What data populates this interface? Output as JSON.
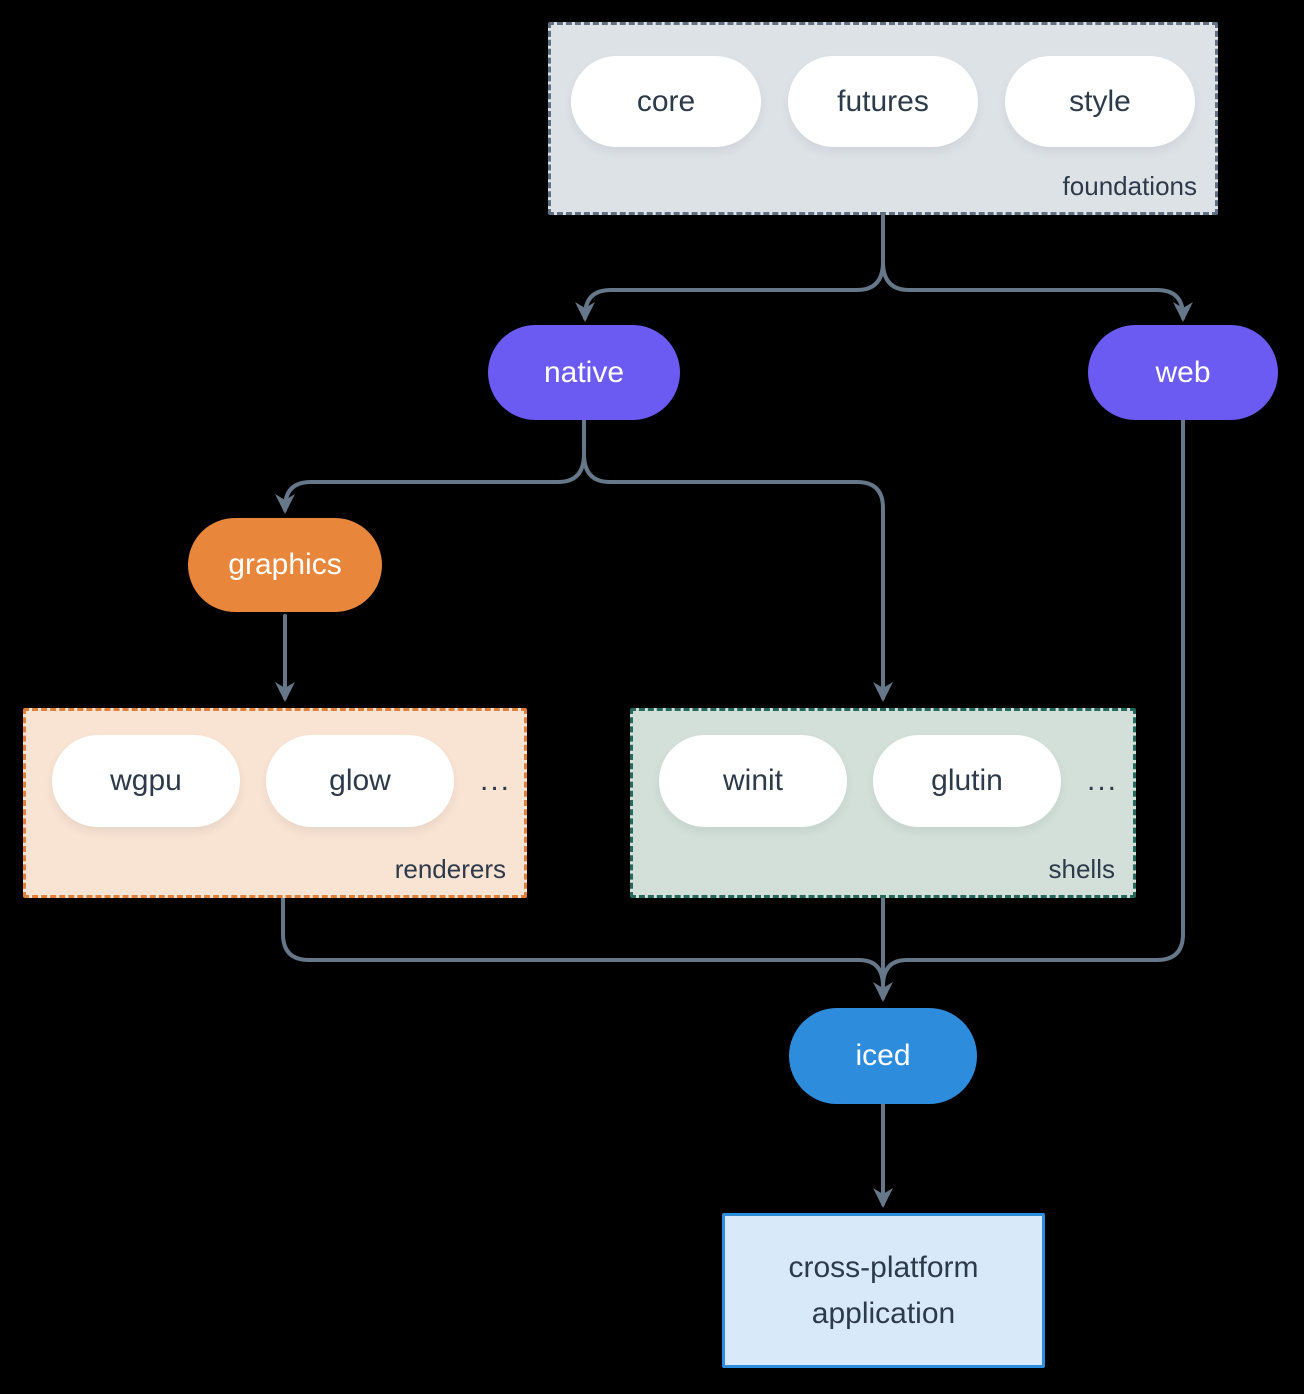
{
  "foundations": {
    "label": "foundations",
    "pills": [
      "core",
      "futures",
      "style"
    ]
  },
  "native": {
    "label": "native"
  },
  "web": {
    "label": "web"
  },
  "graphics": {
    "label": "graphics"
  },
  "renderers": {
    "label": "renderers",
    "pills": [
      "wgpu",
      "glow"
    ],
    "ellipsis": "..."
  },
  "shells": {
    "label": "shells",
    "pills": [
      "winit",
      "glutin"
    ],
    "ellipsis": "..."
  },
  "iced": {
    "label": "iced"
  },
  "application": {
    "line1": "cross-platform",
    "line2": "application"
  },
  "colors": {
    "background": "#000000",
    "connector": "#657789",
    "node_purple": "#6b5bf2",
    "node_orange": "#e8873c",
    "node_blue": "#2e8cdc",
    "foundations_fill": "#dde2e7",
    "foundations_border": "#5f7183",
    "renderers_fill": "#f9e3d3",
    "renderers_border": "#e0803a",
    "shells_fill": "#d3e0da",
    "shells_border": "#26695c",
    "application_fill": "#d8e9f9",
    "application_border": "#2e8cdc",
    "pill_fill": "#ffffff",
    "text_dark": "#2d3a4a",
    "text_light": "#ffffff"
  }
}
